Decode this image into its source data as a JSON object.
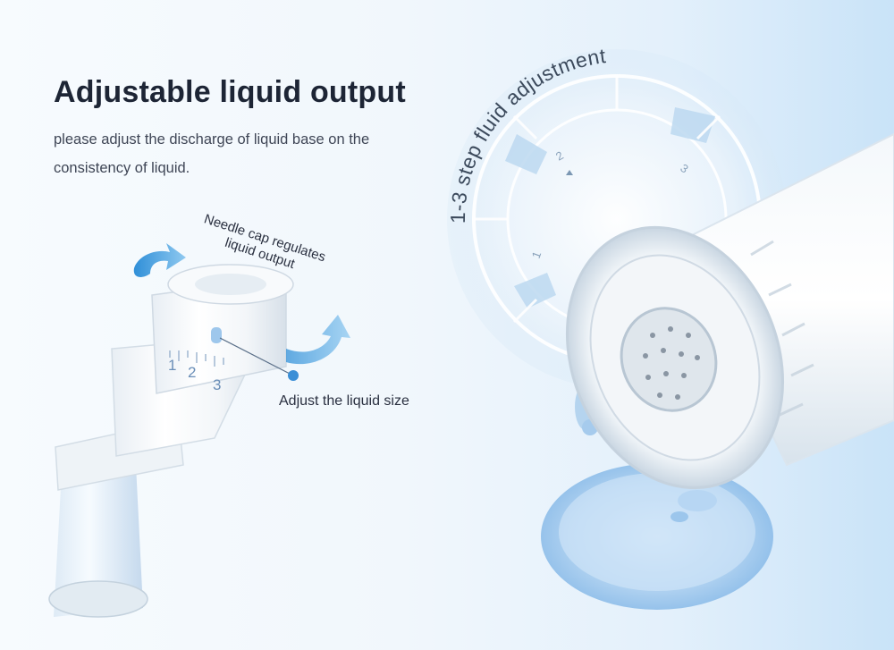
{
  "headline": "Adjustable liquid output",
  "description": "please adjust the discharge of liquid base on the consistency of liquid.",
  "callouts": {
    "needle_cap": "Needle cap regulates liquid output",
    "liquid_size": "Adjust the liquid size"
  },
  "dial": {
    "label": "1-3 step fluid adjustment",
    "steps": [
      "1",
      "2",
      "3"
    ]
  },
  "cap_scale": [
    "1",
    "2",
    "3"
  ],
  "colors": {
    "heading": "#1d2535",
    "accent_blue": "#3b8fd6",
    "arrow_blue": "#4aa3e0"
  }
}
